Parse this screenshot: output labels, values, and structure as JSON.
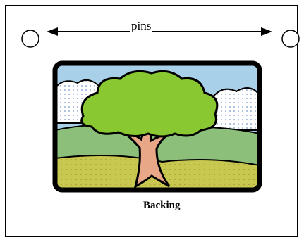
{
  "diagram": {
    "pin_label": "pins",
    "backing_label": "Backing"
  },
  "colors": {
    "sky": "#a8d0e8",
    "cloud": "#ffffff",
    "hills": "#8cc07a",
    "ground": "#c8c850",
    "foliage": "#8ac832",
    "trunk": "#e8a888",
    "outline": "#000000"
  },
  "icons": {
    "left_pin": "circle-outline",
    "right_pin": "circle-outline",
    "picture": "tree-landscape-clipart"
  }
}
